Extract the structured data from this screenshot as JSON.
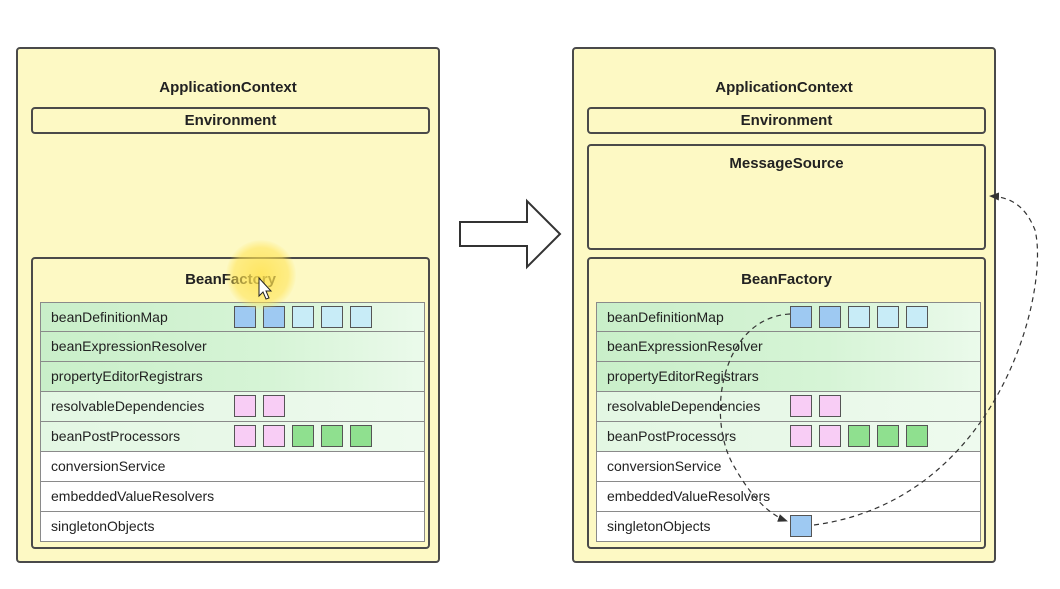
{
  "left_panel": {
    "title": "ApplicationContext",
    "environment": "Environment",
    "bean_factory": {
      "title": "BeanFactory",
      "rows": [
        {
          "label": "beanDefinitionMap",
          "style": "green",
          "squares": [
            "#9ec9f2",
            "#9ec9f2",
            "#c8ecf7",
            "#c8ecf7",
            "#c8ecf7"
          ]
        },
        {
          "label": "beanExpressionResolver",
          "style": "green",
          "squares": []
        },
        {
          "label": "propertyEditorRegistrars",
          "style": "green",
          "squares": []
        },
        {
          "label": "resolvableDependencies",
          "style": "lightg",
          "squares": [
            "#f8cdf5",
            "#f8cdf5"
          ]
        },
        {
          "label": "beanPostProcessors",
          "style": "lightg",
          "squares": [
            "#f8cdf5",
            "#f8cdf5",
            "#8fe08f",
            "#8fe08f",
            "#8fe08f"
          ]
        },
        {
          "label": "conversionService",
          "style": "white",
          "squares": []
        },
        {
          "label": "embeddedValueResolvers",
          "style": "white",
          "squares": []
        },
        {
          "label": "singletonObjects",
          "style": "white",
          "squares": []
        }
      ]
    }
  },
  "right_panel": {
    "title": "ApplicationContext",
    "environment": "Environment",
    "message_source": "MessageSource",
    "bean_factory": {
      "title": "BeanFactory",
      "rows": [
        {
          "label": "beanDefinitionMap",
          "style": "green",
          "squares": [
            "#9ec9f2",
            "#9ec9f2",
            "#c8ecf7",
            "#c8ecf7",
            "#c8ecf7"
          ]
        },
        {
          "label": "beanExpressionResolver",
          "style": "green",
          "squares": []
        },
        {
          "label": "propertyEditorRegistrars",
          "style": "green",
          "squares": []
        },
        {
          "label": "resolvableDependencies",
          "style": "lightg",
          "squares": [
            "#f8cdf5",
            "#f8cdf5"
          ]
        },
        {
          "label": "beanPostProcessors",
          "style": "lightg",
          "squares": [
            "#f8cdf5",
            "#f8cdf5",
            "#8fe08f",
            "#8fe08f",
            "#8fe08f"
          ]
        },
        {
          "label": "conversionService",
          "style": "white",
          "squares": []
        },
        {
          "label": "embeddedValueResolvers",
          "style": "white",
          "squares": []
        },
        {
          "label": "singletonObjects",
          "style": "white",
          "squares": [
            "#9ec9f2"
          ]
        }
      ]
    }
  },
  "colors": {
    "panel_bg": "#fdf9c4",
    "border": "#4a4a4a",
    "blue": "#9ec9f2",
    "light_blue": "#c8ecf7",
    "pink": "#f8cdf5",
    "green": "#8fe08f",
    "cursor_highlight": "#ffe250"
  },
  "icons": [
    "right-arrow-icon",
    "mouse-cursor-icon"
  ]
}
